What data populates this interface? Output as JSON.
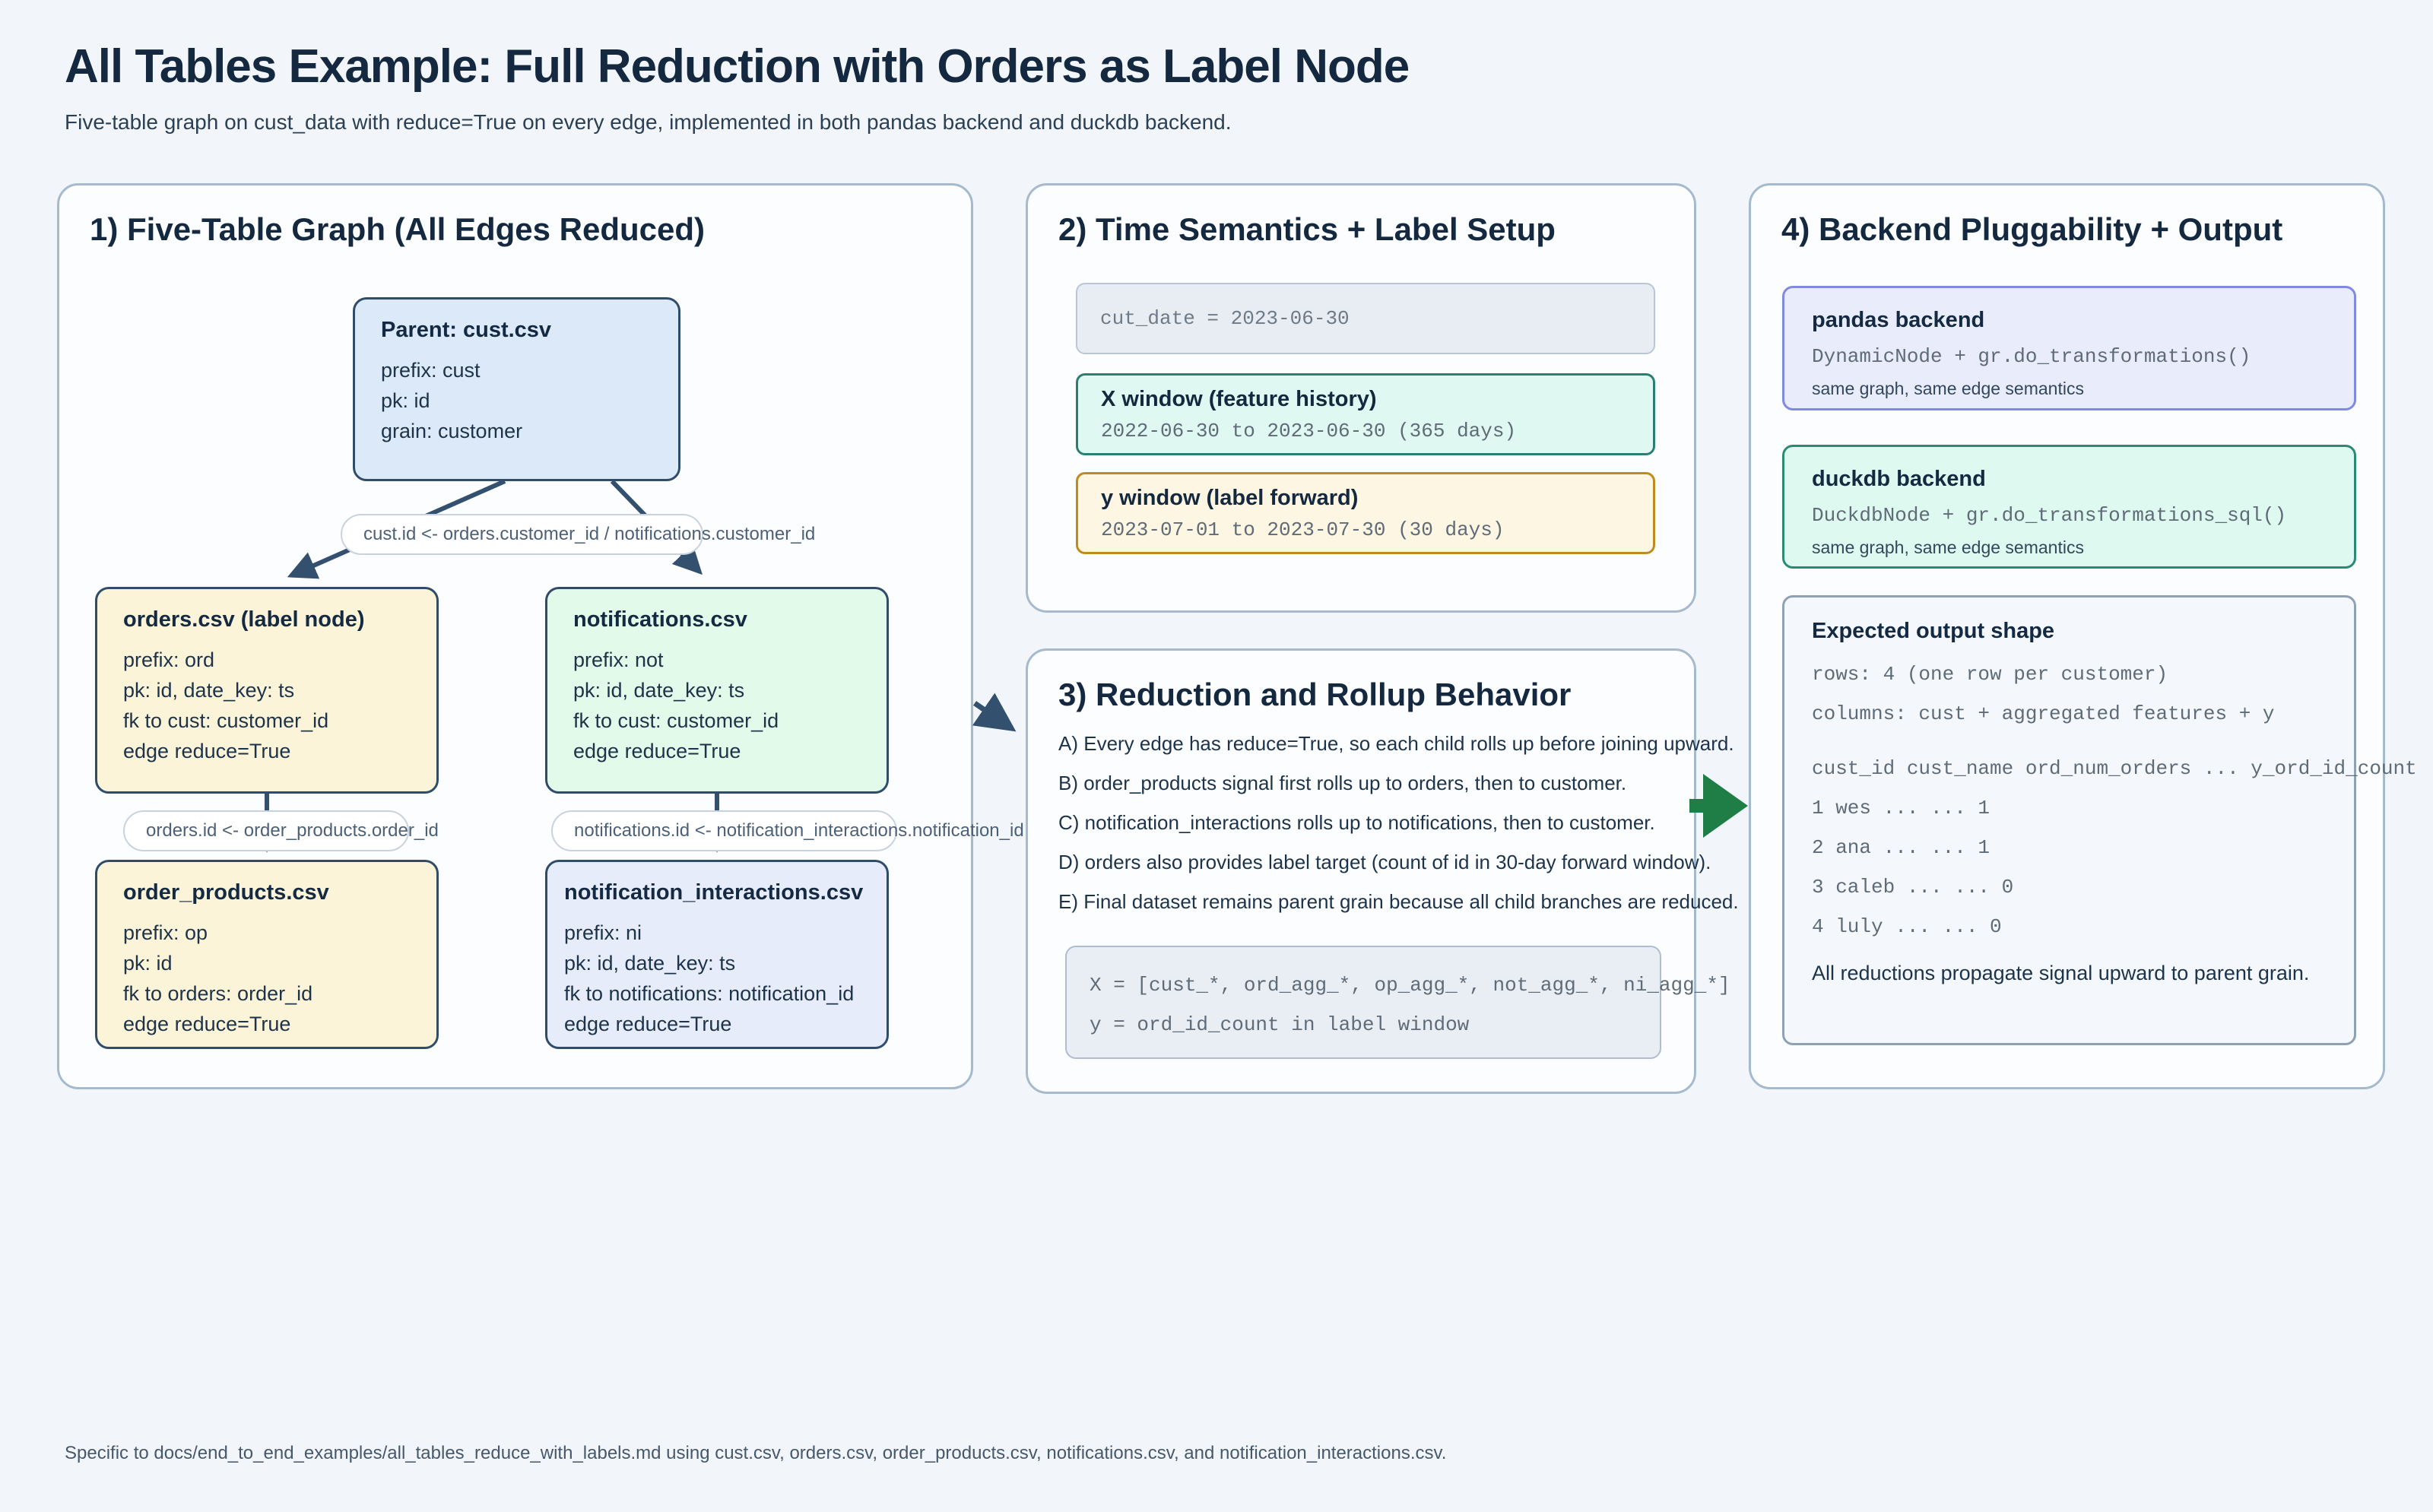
{
  "page": {
    "title": "All Tables Example: Full Reduction with Orders as Label Node",
    "subtitle": "Five-table graph on cust_data with reduce=True on every edge, implemented in both pandas backend and duckdb backend.",
    "footer": "Specific to docs/end_to_end_examples/all_tables_reduce_with_labels.md using cust.csv, orders.csv, order_products.csv, notifications.csv, and notification_interactions.csv."
  },
  "panel1": {
    "heading": "1) Five-Table Graph (All Edges Reduced)",
    "parent": {
      "title": "Parent: cust.csv",
      "lines": [
        "prefix: cust",
        "pk: id",
        "grain: customer"
      ]
    },
    "edge_label_top": "cust.id <- orders.customer_id / notifications.customer_id",
    "orders": {
      "title": "orders.csv (label node)",
      "lines": [
        "prefix: ord",
        "pk: id, date_key: ts",
        "fk to cust: customer_id",
        "edge reduce=True"
      ]
    },
    "notifications": {
      "title": "notifications.csv",
      "lines": [
        "prefix: not",
        "pk: id, date_key: ts",
        "fk to cust: customer_id",
        "edge reduce=True"
      ]
    },
    "edge_label_orders": "orders.id <- order_products.order_id",
    "edge_label_notifications": "notifications.id <- notification_interactions.notification_id",
    "order_products": {
      "title": "order_products.csv",
      "lines": [
        "prefix: op",
        "pk: id",
        "fk to orders: order_id",
        "edge reduce=True"
      ]
    },
    "notification_interactions": {
      "title": "notification_interactions.csv",
      "lines": [
        "prefix: ni",
        "pk: id, date_key: ts",
        "fk to notifications: notification_id",
        "edge reduce=True"
      ]
    }
  },
  "panel2": {
    "heading": "2) Time Semantics + Label Setup",
    "cut_date": "cut_date = 2023-06-30",
    "x_window": {
      "title": "X window (feature history)",
      "range": "2022-06-30 to 2023-06-30 (365 days)"
    },
    "y_window": {
      "title": "y window (label forward)",
      "range": "2023-07-01 to 2023-07-30 (30 days)"
    }
  },
  "panel3": {
    "heading": "3) Reduction and Rollup Behavior",
    "items": [
      "A) Every edge has reduce=True, so each child rolls up before joining upward.",
      "B) order_products signal first rolls up to orders, then to customer.",
      "C) notification_interactions rolls up to notifications, then to customer.",
      "D) orders also provides label target (count of id in 30-day forward window).",
      "E) Final dataset remains parent grain because all child branches are reduced."
    ],
    "code_lines": [
      "X = [cust_*, ord_agg_*, op_agg_*, not_agg_*, ni_agg_*]",
      "y = ord_id_count in label window"
    ]
  },
  "panel4": {
    "heading": "4) Backend Pluggability + Output",
    "pandas": {
      "title": "pandas backend",
      "code": "DynamicNode + gr.do_transformations()",
      "note": "same graph, same edge semantics"
    },
    "duckdb": {
      "title": "duckdb backend",
      "code": "DuckdbNode + gr.do_transformations_sql()",
      "note": "same graph, same edge semantics"
    },
    "output": {
      "title": "Expected output shape",
      "mono_lines": [
        "rows: 4 (one row per customer)",
        "columns: cust + aggregated features + y"
      ],
      "table_header": "cust_id cust_name ord_num_orders ... y_ord_id_count",
      "table_rows": [
        "1 wes ... ... 1",
        "2 ana ... ... 1",
        "3 caleb ... ... 0",
        "4 luly ... ... 0"
      ],
      "note": "All reductions propagate signal upward to parent grain."
    }
  },
  "colors": {
    "page_bg": "#f2f6fa",
    "panel_border": "#a6bace",
    "node_border": "#2f4d6b",
    "parent_fill": "#dbe9f9",
    "orders_fill": "#fcf4d9",
    "notifications_fill": "#e1fae9",
    "notification_interactions_fill": "#e7ecfb",
    "x_window_border": "#2a7f72",
    "y_window_border": "#bf8a1e",
    "pandas_border": "#7f8ae0",
    "duckdb_border": "#2a8a74",
    "connector": "#33506e",
    "flow_arrow_green": "#1f7d46",
    "heading_text": "#14293f"
  }
}
